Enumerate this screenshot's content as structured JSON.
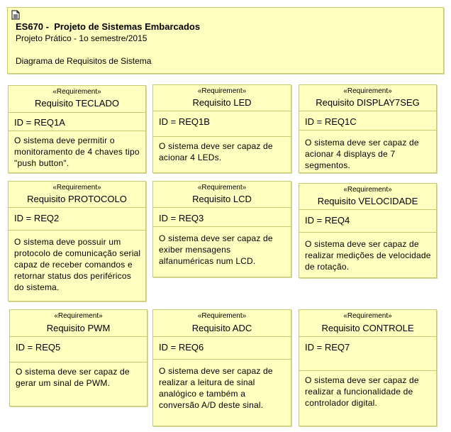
{
  "header": {
    "title": "ES670 -  Projeto de Sistemas Embarcados",
    "subtitle": "Projeto Prático - 1o semestre/2015",
    "description": "Diagrama de Requisitos de Sistema"
  },
  "stereotype": "«Requirement»",
  "requirements": [
    {
      "name": "Requisito TECLADO",
      "id": "ID = REQ1A",
      "text": "O sistema deve permitir o monitoramento de 4 chaves tipo \"push button\"."
    },
    {
      "name": "Requisito LED",
      "id": "ID = REQ1B",
      "text": "O sistema deve ser capaz de acionar 4 LEDs."
    },
    {
      "name": "Requisito DISPLAY7SEG",
      "id": "ID = REQ1C",
      "text": "O sistema deve ser capaz de acionar 4 displays de 7 segmentos."
    },
    {
      "name": "Requisito PROTOCOLO",
      "id": "ID = REQ2",
      "text": "O sistema deve possuir um protocolo de comunicação serial capaz de receber comandos e retornar status dos periféricos do sistema."
    },
    {
      "name": "Requisito LCD",
      "id": "ID = REQ3",
      "text": "O sistema deve ser capaz de exiber mensagens alfanuméricas num LCD."
    },
    {
      "name": "Requisito VELOCIDADE",
      "id": "ID = REQ4",
      "text": "O sistema deve ser capaz de realizar medições de velocidade de rotação."
    },
    {
      "name": "Requisito PWM",
      "id": "ID = REQ5",
      "text": "O sistema deve ser capaz de gerar um sinal de PWM."
    },
    {
      "name": "Requisito ADC",
      "id": "ID = REQ6",
      "text": "O sistema deve ser capaz de realizar a leitura de sinal analógico e também a conversão A/D deste sinal."
    },
    {
      "name": "Requisito CONTROLE",
      "id": "ID = REQ7",
      "text": "O sistema deve ser capaz de realizar a funcionalidade de controlador digital."
    }
  ]
}
